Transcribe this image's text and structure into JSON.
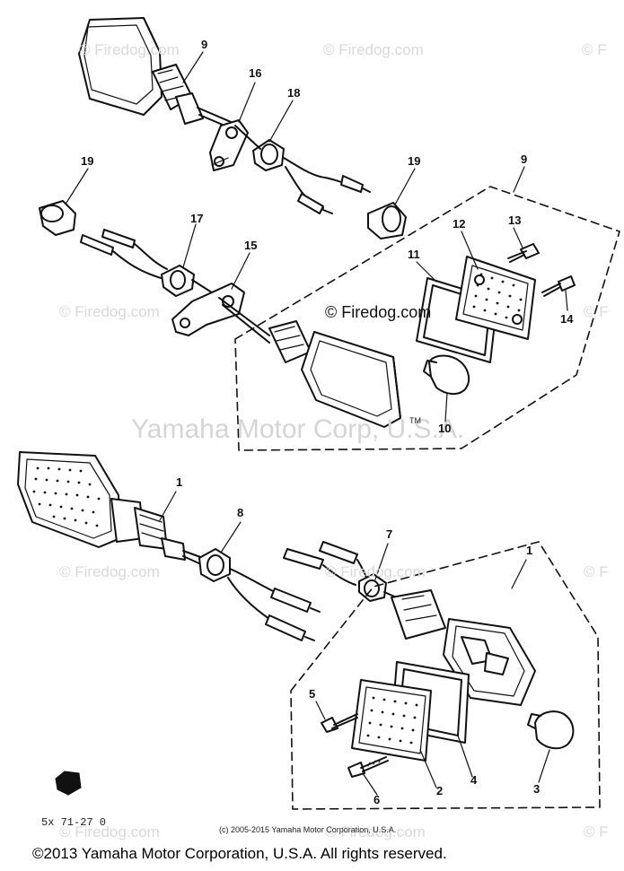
{
  "watermarks": {
    "site": "© Firedog.com",
    "site_cut": "© F",
    "corp": "Yamaha Motor Corp, U.S.A.",
    "center": "© Firedog.com"
  },
  "callouts": {
    "c9a": "9",
    "c16": "16",
    "c18": "18",
    "c19a": "19",
    "c19b": "19",
    "c9b": "9",
    "c17": "17",
    "c15": "15",
    "c11": "11",
    "c12": "12",
    "c13": "13",
    "c14": "14",
    "c10": "10",
    "c1a": "1",
    "c8": "8",
    "c7": "7",
    "c1b": "1",
    "c5": "5",
    "c2": "2",
    "c4": "4",
    "c6": "6",
    "c3": "3"
  },
  "marks": {
    "tm": "TM",
    "diagram_code": "5x 71-27 0",
    "range_copyright": "(c) 2005-2015 Yamaha Motor Corporation, U.S.A.",
    "footer": "©2013 Yamaha Motor Corporation, U.S.A. All rights reserved."
  },
  "colors": {
    "ink": "#111111",
    "watermark": "#d9d9d9",
    "background": "#ffffff"
  }
}
